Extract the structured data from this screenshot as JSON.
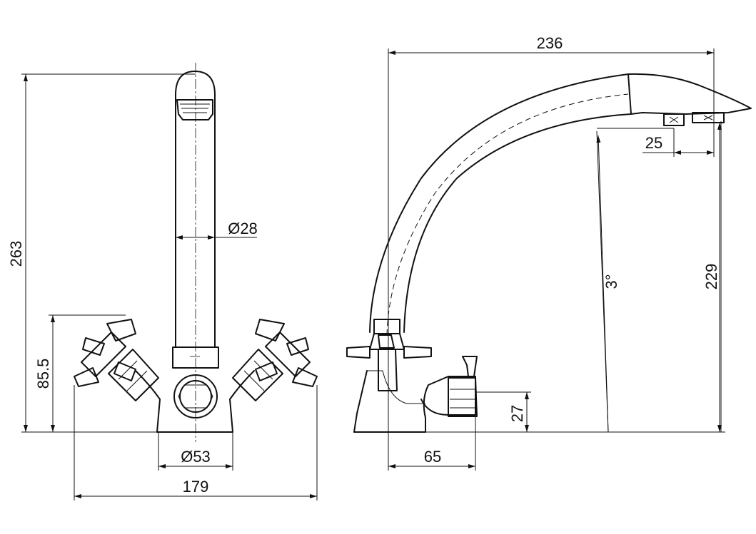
{
  "front_view": {
    "total_height": "263",
    "spout_diameter": "Ø28",
    "handle_height": "85.5",
    "base_diameter": "Ø53",
    "total_width": "179"
  },
  "side_view": {
    "reach": "236",
    "aerator_spacing": "25",
    "spout_angle": "3°",
    "outlet_height": "229",
    "base_depth": "65",
    "lever_height": "27"
  }
}
